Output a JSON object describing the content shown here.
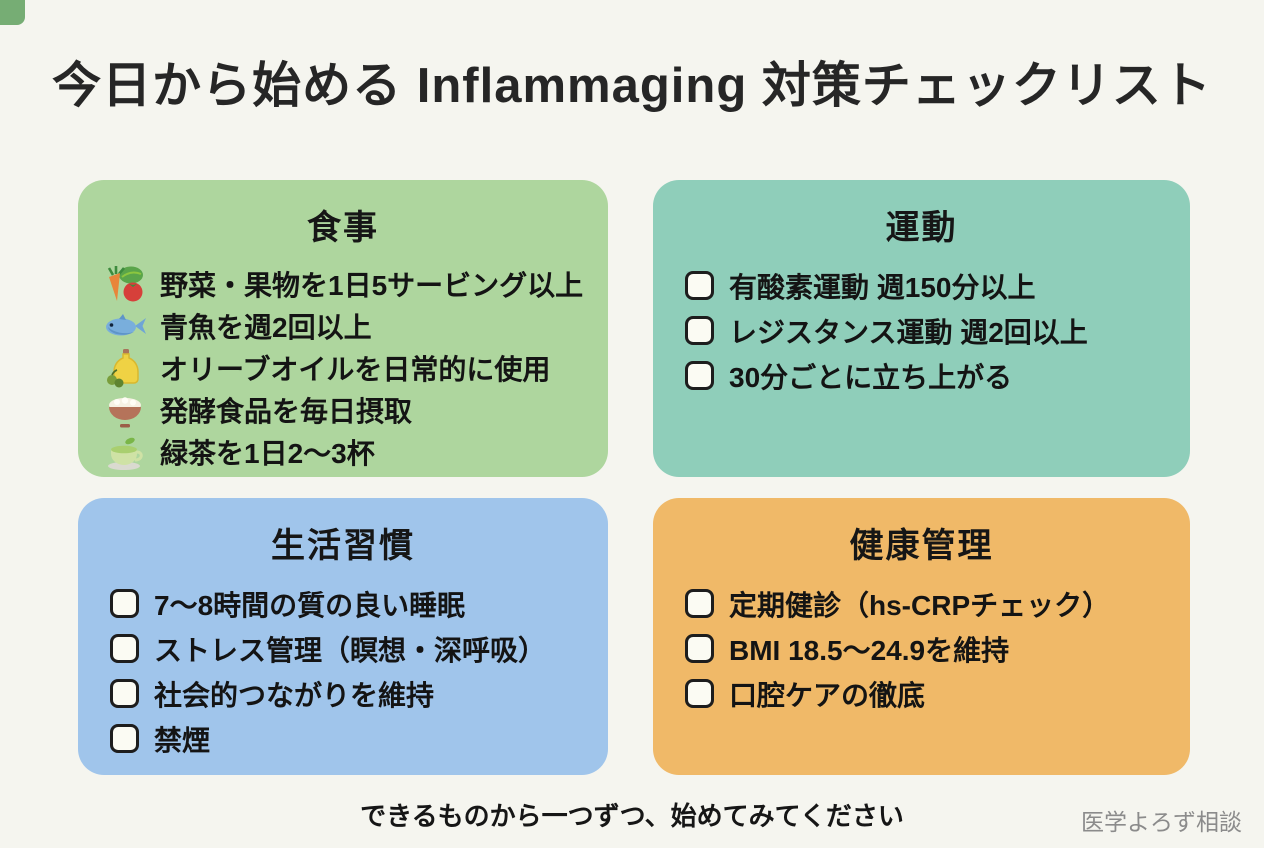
{
  "page": {
    "title": "今日から始める Inflammaging 対策チェックリスト",
    "footer_note": "できるものから一つずつ、始めてみてください",
    "credit": "医学よろず相談"
  },
  "colors": {
    "background": "#F5F5EF",
    "card_diet": "#AED69E",
    "card_exercise": "#8FCEBA",
    "card_lifestyle": "#A0C5EB",
    "card_health": "#F0B968",
    "checkbox_fill": "#FBFBF3",
    "checkbox_border": "#1D1D1D",
    "credit_text": "#8B8B8B",
    "corner_accent": "#76AD74"
  },
  "cards": [
    {
      "id": "diet",
      "title": "食事",
      "items": [
        {
          "icon": "vegetables-icon",
          "text": "野菜・果物を1日5サービング以上"
        },
        {
          "icon": "fish-icon",
          "text": "青魚を週2回以上"
        },
        {
          "icon": "olive-oil-icon",
          "text": "オリーブオイルを日常的に使用"
        },
        {
          "icon": "rice-bowl-icon",
          "text": "発酵食品を毎日摂取"
        },
        {
          "icon": "green-tea-icon",
          "text": "緑茶を1日2〜3杯"
        }
      ]
    },
    {
      "id": "exercise",
      "title": "運動",
      "items": [
        {
          "checkbox": true,
          "text": "有酸素運動 週150分以上"
        },
        {
          "checkbox": true,
          "text": "レジスタンス運動 週2回以上"
        },
        {
          "checkbox": true,
          "text": "30分ごとに立ち上がる"
        }
      ]
    },
    {
      "id": "lifestyle",
      "title": "生活習慣",
      "items": [
        {
          "checkbox": true,
          "text": "7〜8時間の質の良い睡眠"
        },
        {
          "checkbox": true,
          "text": "ストレス管理（瞑想・深呼吸）"
        },
        {
          "checkbox": true,
          "text": "社会的つながりを維持"
        },
        {
          "checkbox": true,
          "text": "禁煙"
        }
      ]
    },
    {
      "id": "health",
      "title": "健康管理",
      "items": [
        {
          "checkbox": true,
          "text": "定期健診（hs-CRPチェック）"
        },
        {
          "checkbox": true,
          "text": "BMI 18.5〜24.9を維持"
        },
        {
          "checkbox": true,
          "text": "口腔ケアの徹底"
        }
      ]
    }
  ]
}
